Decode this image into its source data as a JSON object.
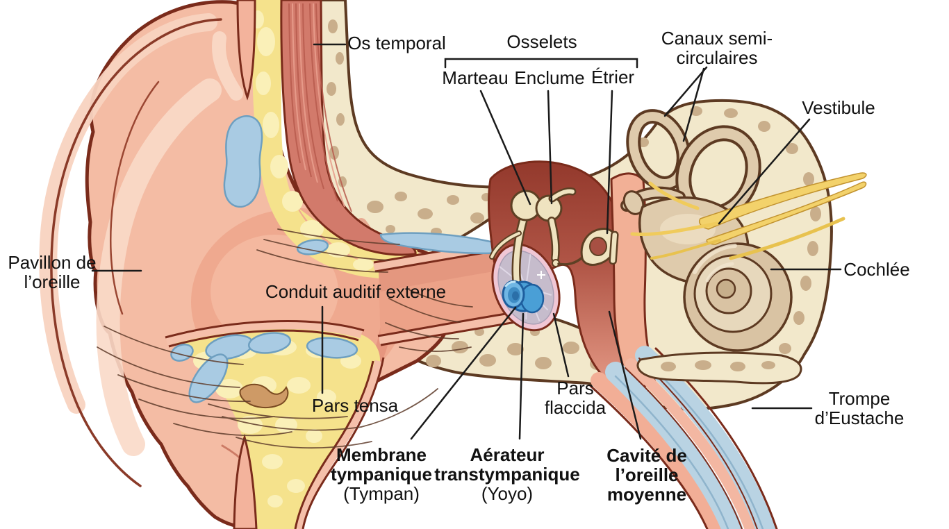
{
  "figure": {
    "language": "fr",
    "subject_visible_text_only": true
  },
  "labels": {
    "os_temporal": "Os temporal",
    "osselets": "Osselets",
    "marteau": "Marteau",
    "enclume": "Enclume",
    "etrier": "Étrier",
    "canaux_semi_circulaires": "Canaux semi-circulaires",
    "vestibule": "Vestibule",
    "cochlee": "Cochlée",
    "pavillon": "Pavillon de l’oreille",
    "conduit_auditif_externe": "Conduit auditif externe",
    "pars_tensa": "Pars tensa",
    "pars_flaccida": "Pars flaccida",
    "membrane_tympanique": "Membrane tympanique",
    "membrane_tympanique_alt": "(Tympan)",
    "aerateur_transtympanique": "Aérateur transtympanique",
    "aerateur_transtympanique_alt": "(Yoyo)",
    "cavite_oreille_moyenne": "Cavité de l’oreille moyenne",
    "trompe_eustache": "Trompe d’Eustache"
  },
  "colors": {
    "skin": "#f4bca4",
    "skin_light": "#f8d5c2",
    "bone": "#f2e8cb",
    "bone_spot": "#c9ae8b",
    "fat_yellow": "#f5e28c",
    "gland_blue": "#a9cbe3",
    "muscle_red": "#d27a6b",
    "cavity_red": "#9c4538",
    "membrane_gray": "#c6bccc",
    "yoyo_blue": "#4a9fd6",
    "inner_ear_tan": "#dfcbac",
    "nerve_yellow": "#f3d26b",
    "eustachian_blue": "#b9d3e3",
    "outline": "#7a2b1b",
    "label_text": "#111111"
  }
}
